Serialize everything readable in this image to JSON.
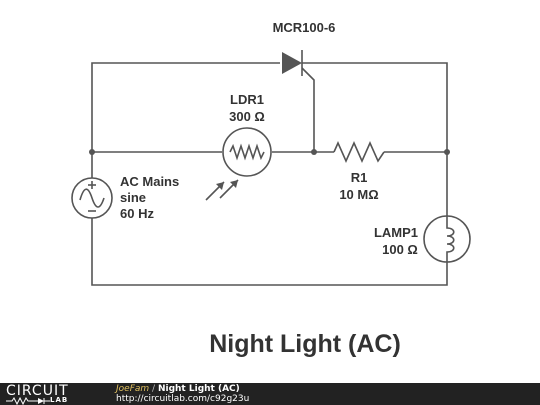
{
  "components": {
    "scr": {
      "part": "MCR100-6"
    },
    "ldr": {
      "name": "LDR1",
      "value": "300 Ω"
    },
    "source": {
      "name": "AC Mains",
      "type": "sine",
      "freq": "60 Hz"
    },
    "resistor": {
      "name": "R1",
      "value": "10 MΩ"
    },
    "lamp": {
      "name": "LAMP1",
      "value": "100 Ω"
    }
  },
  "title": "Night Light (AC)",
  "footer": {
    "logo_top": "CIRCUIT",
    "logo_bottom": "LAB",
    "author": "JoeFam",
    "separator": "/",
    "doc_title": "Night Light (AC)",
    "url": "http://circuitlab.com/c92g23u"
  },
  "colors": {
    "ink": "#555555",
    "text": "#333333",
    "footer_bg": "#222222"
  }
}
